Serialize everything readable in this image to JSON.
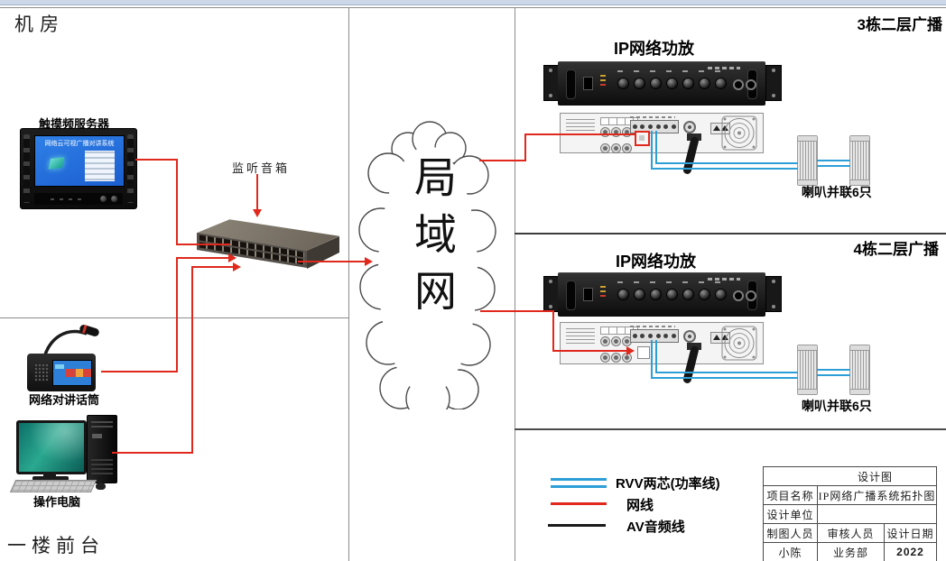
{
  "regions": {
    "machine_room": "机房",
    "front_desk": "一楼前台"
  },
  "devices": {
    "server": {
      "label": "触摸频服务器",
      "screen_title": "网络云可视广播对讲系统"
    },
    "monitor_speaker_label": "监听音箱",
    "intercom_mic_label": "网络对讲话筒",
    "pc_label": "操作电脑"
  },
  "cloud": {
    "label": "局域网"
  },
  "zones": [
    {
      "title": "3栋二层广播",
      "amp_label": "IP网络功放",
      "speakers_label": "喇叭并联6只"
    },
    {
      "title": "4栋二层广播",
      "amp_label": "IP网络功放",
      "speakers_label": "喇叭并联6只"
    }
  ],
  "legend": {
    "items": [
      {
        "label": "RVV两芯(功率线)",
        "color": "#2d9fd6"
      },
      {
        "label": "网线",
        "color": "#e0281c"
      },
      {
        "label": "AV音频线",
        "color": "#1a1a1a"
      }
    ]
  },
  "title_block": {
    "title": "设计图",
    "project_label": "项目名称",
    "project_value": "IP网络广播系统拓扑图",
    "design_unit_label": "设计单位",
    "design_unit_value": "",
    "drafter_label": "制图人员",
    "reviewer_label": "审核人员",
    "date_label": "设计日期",
    "drafter_value": "小陈",
    "reviewer_value": "业务部",
    "date_value": "2022"
  },
  "colors": {
    "wire_network": "#e0281c",
    "wire_power": "#2d9fd6",
    "wire_av": "#1a1a1a",
    "divider": "#8c8c8c"
  }
}
